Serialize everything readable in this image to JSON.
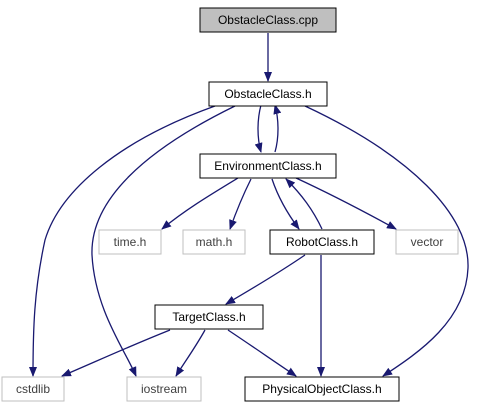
{
  "graph": {
    "root": "obstacle-class-cpp",
    "colors": {
      "edge": "#191970",
      "node_border": "#000000",
      "external_border": "#bfbfbf",
      "text": "#000000",
      "external_text": "#404040",
      "root_fill": "#bfbfbf",
      "node_fill": "#ffffff"
    },
    "nodes": [
      {
        "id": "obstacle-class-cpp",
        "label": "ObstacleClass.cpp",
        "kind": "root"
      },
      {
        "id": "obstacle-class-h",
        "label": "ObstacleClass.h",
        "kind": "file"
      },
      {
        "id": "environment-class-h",
        "label": "EnvironmentClass.h",
        "kind": "file"
      },
      {
        "id": "time-h",
        "label": "time.h",
        "kind": "external"
      },
      {
        "id": "math-h",
        "label": "math.h",
        "kind": "external"
      },
      {
        "id": "robot-class-h",
        "label": "RobotClass.h",
        "kind": "file"
      },
      {
        "id": "vector",
        "label": "vector",
        "kind": "external"
      },
      {
        "id": "target-class-h",
        "label": "TargetClass.h",
        "kind": "file"
      },
      {
        "id": "cstdlib",
        "label": "cstdlib",
        "kind": "external"
      },
      {
        "id": "iostream",
        "label": "iostream",
        "kind": "external"
      },
      {
        "id": "physical-object-class-h",
        "label": "PhysicalObjectClass.h",
        "kind": "file"
      }
    ],
    "edges": [
      {
        "from": "obstacle-class-cpp",
        "to": "obstacle-class-h"
      },
      {
        "from": "obstacle-class-h",
        "to": "environment-class-h"
      },
      {
        "from": "environment-class-h",
        "to": "obstacle-class-h"
      },
      {
        "from": "obstacle-class-h",
        "to": "cstdlib"
      },
      {
        "from": "obstacle-class-h",
        "to": "iostream"
      },
      {
        "from": "obstacle-class-h",
        "to": "physical-object-class-h"
      },
      {
        "from": "environment-class-h",
        "to": "time-h"
      },
      {
        "from": "environment-class-h",
        "to": "math-h"
      },
      {
        "from": "environment-class-h",
        "to": "robot-class-h"
      },
      {
        "from": "robot-class-h",
        "to": "environment-class-h"
      },
      {
        "from": "environment-class-h",
        "to": "vector"
      },
      {
        "from": "robot-class-h",
        "to": "target-class-h"
      },
      {
        "from": "robot-class-h",
        "to": "physical-object-class-h"
      },
      {
        "from": "target-class-h",
        "to": "cstdlib"
      },
      {
        "from": "target-class-h",
        "to": "iostream"
      },
      {
        "from": "target-class-h",
        "to": "physical-object-class-h"
      }
    ]
  }
}
